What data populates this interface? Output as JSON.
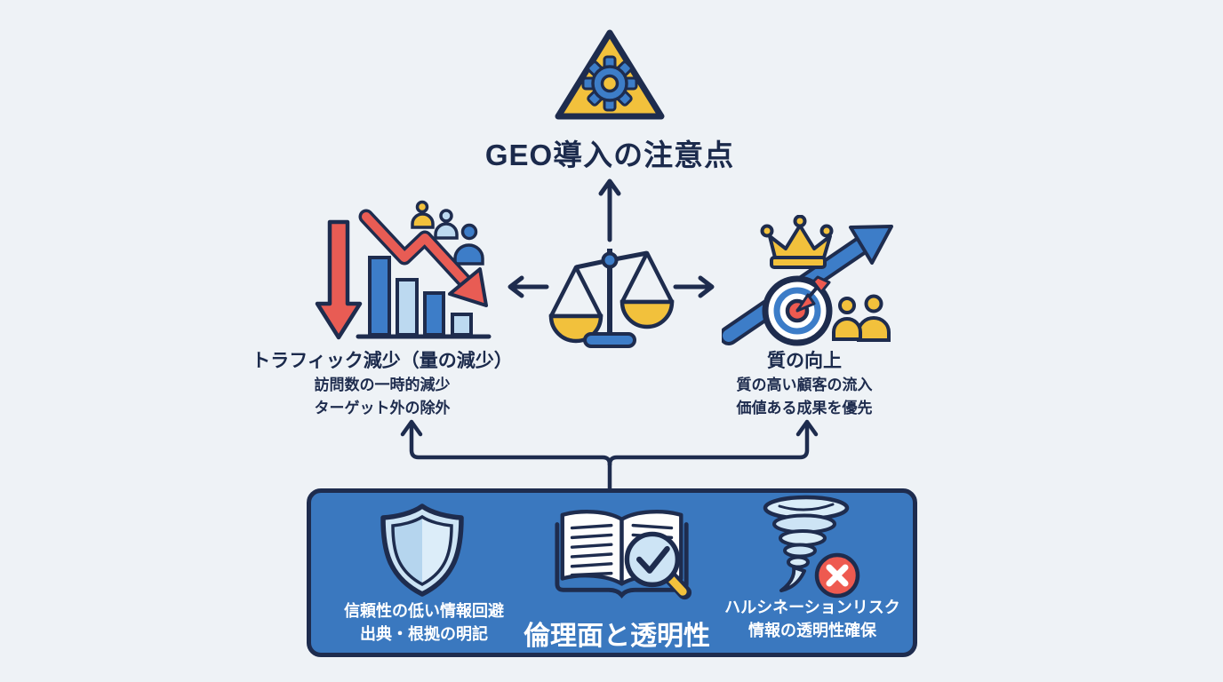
{
  "title": "GEO導入の注意点",
  "left_branch": {
    "title": "トラフィック減少（量の減少）",
    "lines": [
      "訪問数の一時的減少",
      "ターゲット外の除外"
    ]
  },
  "right_branch": {
    "title": "質の向上",
    "lines": [
      "質の高い顧客の流入",
      "価値ある成果を優先"
    ]
  },
  "bottom_panel": {
    "title": "倫理面と透明性",
    "left_item": {
      "lines": [
        "信頼性の低い情報回避",
        "出典・根拠の明記"
      ]
    },
    "right_item": {
      "lines": [
        "ハルシネーションリスク",
        "情報の透明性確保"
      ]
    }
  },
  "icons": {
    "warning-triangle-gear-icon": "⚠⚙",
    "down-arrow-icon": "⬇",
    "declining-trend-arrow-icon": "↘",
    "bar-chart-icon": "▮▯▮▯",
    "visitors-icon": "👥",
    "balance-scale-icon": "⚖",
    "up-arrow-icon": "↑",
    "left-arrow-icon": "←",
    "right-arrow-icon": "→",
    "crown-icon": "♛",
    "growth-arrow-icon": "↗",
    "target-icon": "◎",
    "customers-icon": "👥",
    "shield-icon": "🛡",
    "book-magnifier-icon": "📖🔍",
    "tornado-icon": "🌪",
    "error-x-badge-icon": "✕"
  },
  "colors": {
    "background": "#eef2f6",
    "navy": "#1e2c4e",
    "red": "#e85c54",
    "yellow": "#f2c13c",
    "blue": "#3d7dc8",
    "light_blue": "#bcd9f0",
    "panel_blue": "#3a78bf",
    "text_on_panel": "#ffffff"
  }
}
